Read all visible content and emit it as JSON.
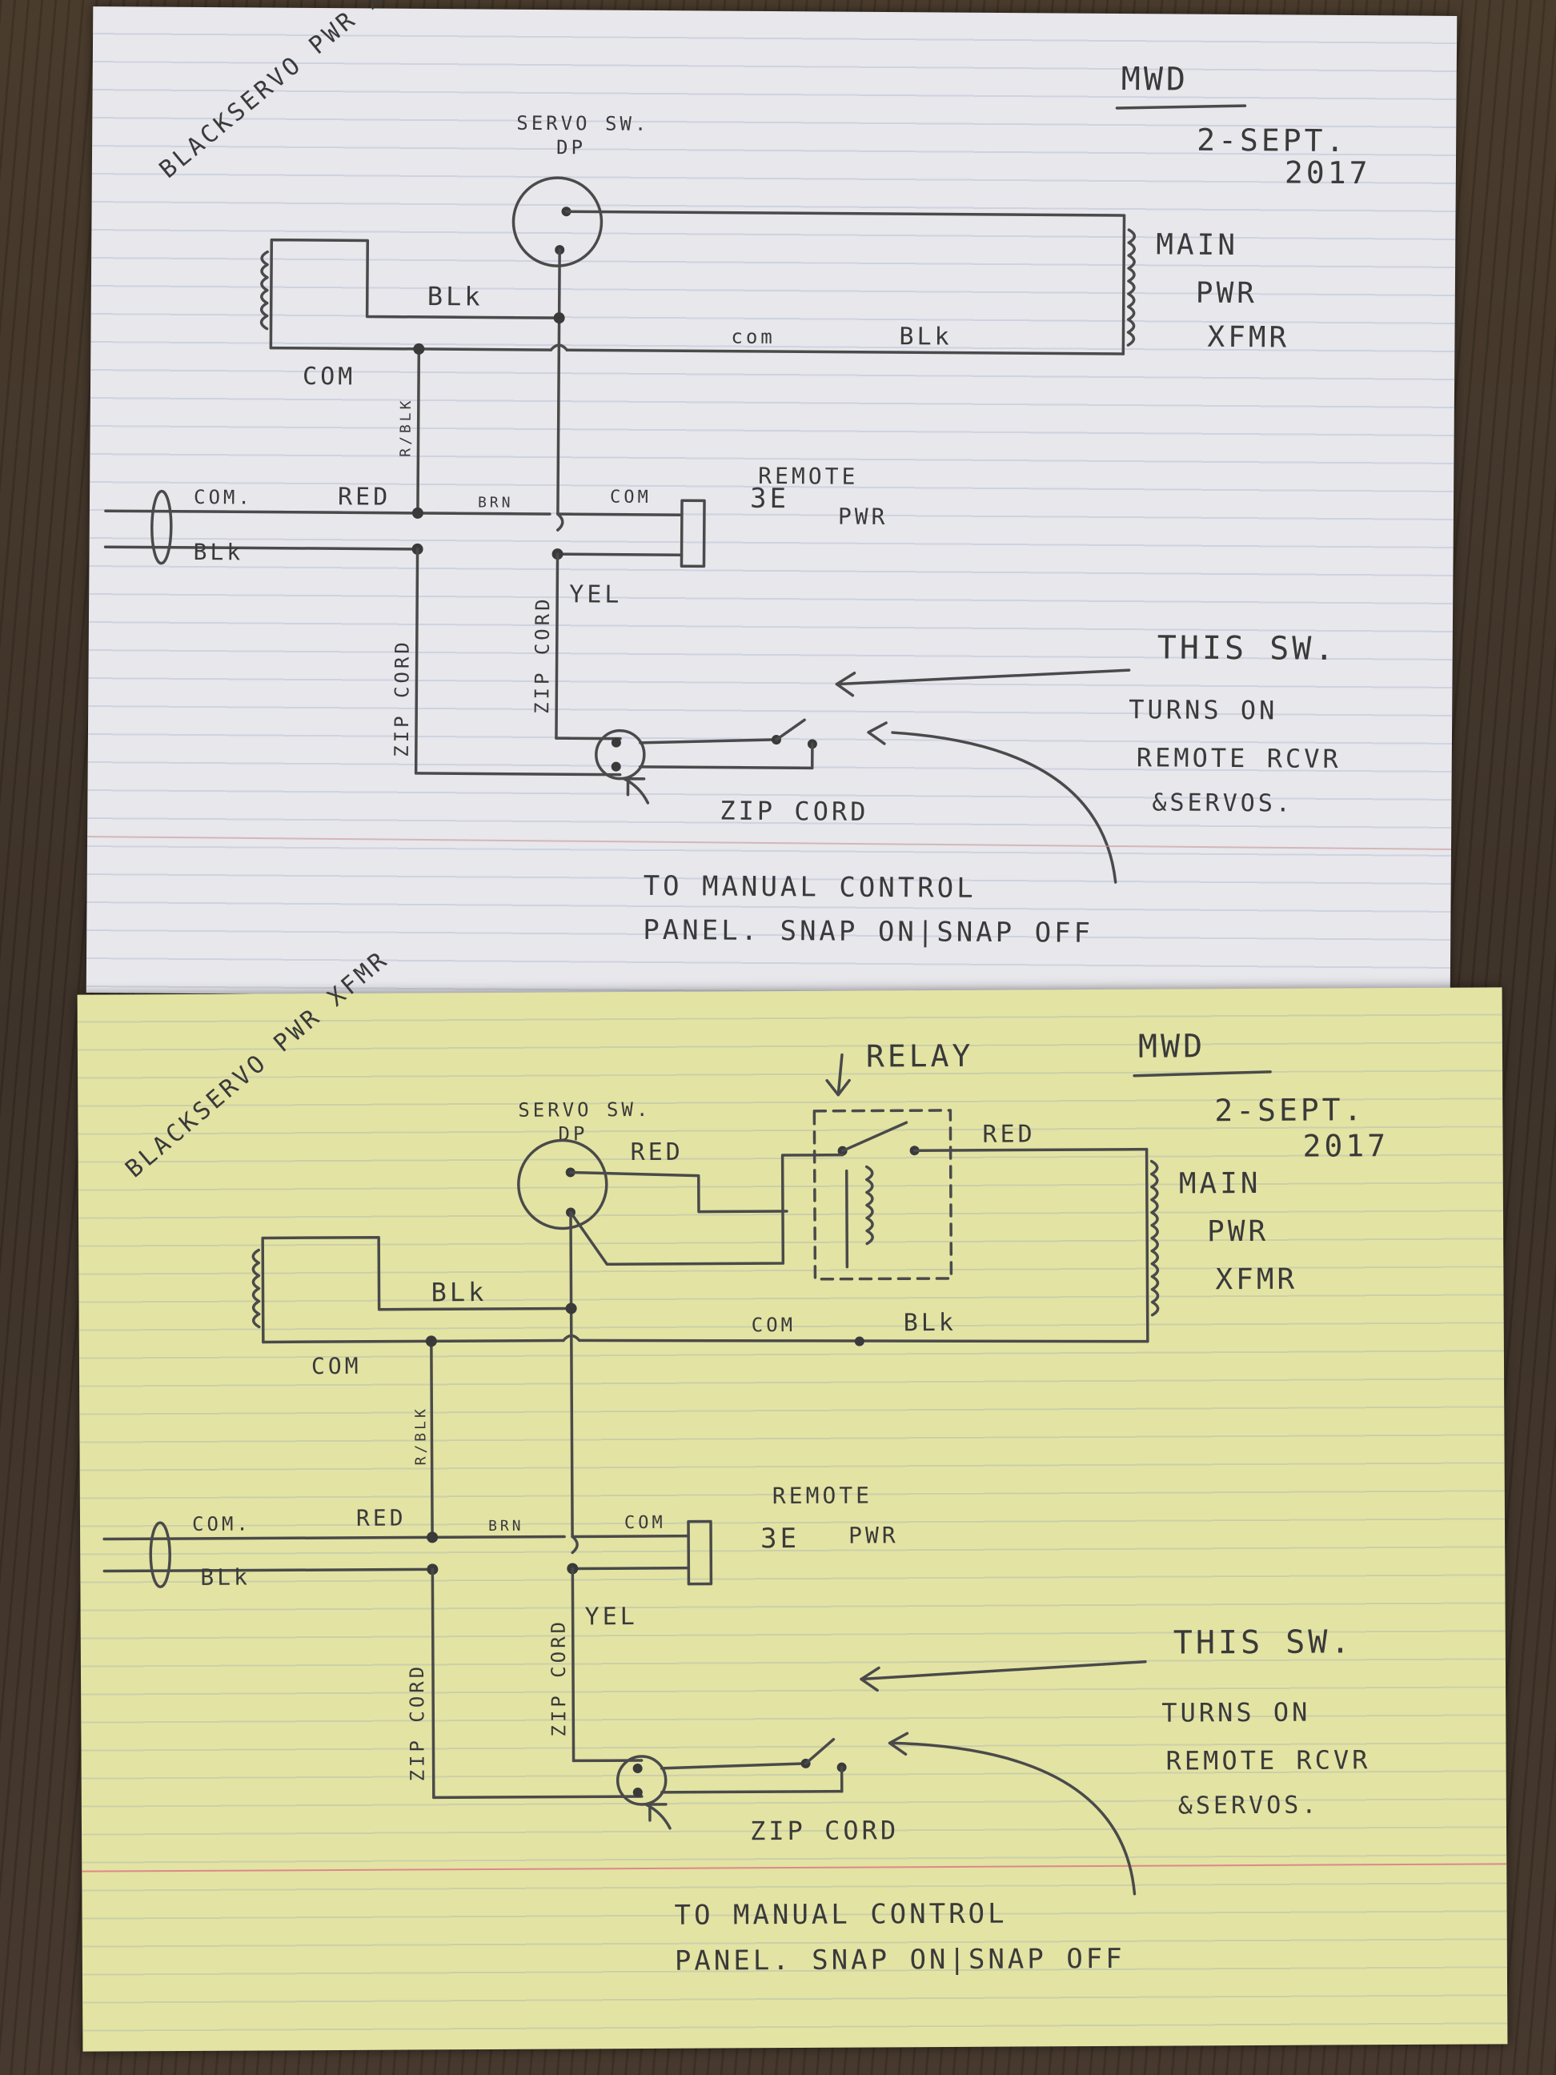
{
  "sheets": [
    {
      "id": "pencil-original",
      "initials": "MWD",
      "date_line1": "2-SEPT.",
      "date_line2": "2017",
      "left_label": "BLACKSERVO PWR XFMR",
      "switch_label_line1": "SERVO SW.",
      "switch_label_line2": "DP",
      "right_label_line1": "MAIN",
      "right_label_line2": "PWR",
      "right_label_line3": "XFMR",
      "wire_blk_top": "BLk",
      "wire_com_left": "COM",
      "wire_com_right": "com",
      "wire_blk_right": "BLk",
      "wire_rblk": "R/BLK",
      "cable_com": "COM.",
      "cable_red": "RED",
      "cable_brn": "BRN",
      "cable_blk": "BLk",
      "remote_com": "COM",
      "remote_label_line1": "REMOTE",
      "remote_label_line2": "PWR",
      "remote_3e": "3E",
      "wire_yel": "YEL",
      "zip_left": "ZIP CORD",
      "zip_right": "ZIP CORD",
      "zip_cord_label": "ZIP CORD",
      "note_line1": "THIS SW.",
      "note_line2": "TURNS ON",
      "note_line3": "REMOTE RCVR",
      "note_line4": "&SERVOS.",
      "bottom_line1": "TO MANUAL CONTROL",
      "bottom_line2": "PANEL. SNAP ON|SNAP OFF"
    },
    {
      "id": "ink-copy",
      "initials": "MWD",
      "date_line1": "2-SEPT.",
      "date_line2": "2017",
      "left_label": "BLACKSERVO PWR XFMR",
      "switch_label_line1": "SERVO SW.",
      "switch_label_line2": "DP",
      "relay_label": "RELAY",
      "wire_red_top": "RED",
      "wire_red_right": "RED",
      "right_label_line1": "MAIN",
      "right_label_line2": "PWR",
      "right_label_line3": "XFMR",
      "wire_blk_top": "BLk",
      "wire_com_left": "COM",
      "wire_com_right": "COM",
      "wire_blk_right": "BLk",
      "wire_rblk": "R/BLK",
      "cable_com": "COM.",
      "cable_red": "RED",
      "cable_brn": "BRN",
      "cable_blk": "BLk",
      "remote_com": "COM",
      "remote_label_line1": "REMOTE",
      "remote_label_line2": "PWR",
      "remote_3e": "3E",
      "wire_yel": "YEL",
      "zip_left": "ZIP CORD",
      "zip_right": "ZIP CORD",
      "zip_cord_label": "ZIP CORD",
      "note_line1": "THIS SW.",
      "note_line2": "TURNS ON",
      "note_line3": "REMOTE RCVR",
      "note_line4": "&SERVOS.",
      "bottom_line1": "TO MANUAL CONTROL",
      "bottom_line2": "PANEL. SNAP ON|SNAP OFF"
    }
  ],
  "colors": {
    "table": "#3d3127",
    "white_paper": "#e7e7ec",
    "yellow_paper": "#e3e3a4",
    "pencil": "#4a4a4a"
  }
}
